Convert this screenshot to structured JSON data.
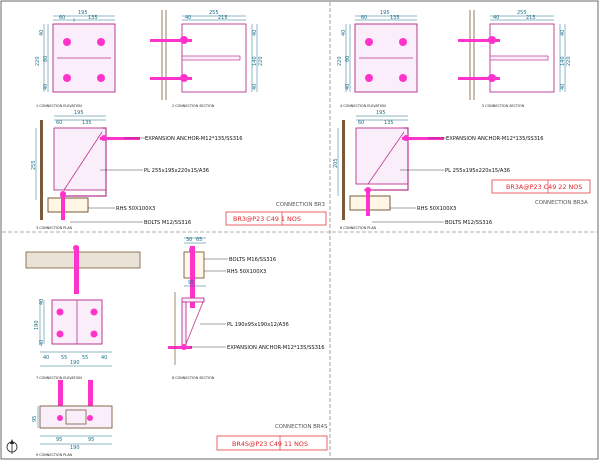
{
  "sheet": {
    "colors": {
      "plate": "#b8388f",
      "bolt": "#ff33cc",
      "dim": "#1c6f8a",
      "steel": "#7a5a3a",
      "tag": "#e0262b",
      "frame": "#666666"
    }
  },
  "br3": {
    "elev": {
      "caption": "1 CONNECTION ELEVATION",
      "dims": {
        "w1": "195",
        "w2": "60",
        "w3": "135",
        "h1": "40",
        "h2": "80",
        "h3": "220",
        "h4": "40"
      }
    },
    "sect": {
      "caption": "2 CONNECTION SECTION",
      "dims": {
        "w1": "255",
        "w2": "40",
        "w3": "215",
        "h1": "40",
        "h2": "140",
        "h3": "220",
        "h4": "40"
      }
    },
    "plan": {
      "caption": "3 CONNECTION PLAN",
      "dims": {
        "w1": "195",
        "w2": "60",
        "w3": "135",
        "h1": "255"
      }
    },
    "labels": {
      "anchor": "EXPANSION ANCHOR-M12*135/SS316",
      "plate": "PL 255x195x220x15/A36",
      "rhs": "RHS 50X100X3",
      "bolts": "BOLTS M12/SS316"
    },
    "title": "CONNECTION BR3",
    "tag": "BR3@P23 C49 1 NOS"
  },
  "br3a": {
    "elev": {
      "caption": "4 CONNECTION ELEVATION",
      "dims": {
        "w1": "195",
        "w2": "60",
        "w3": "135",
        "h1": "40",
        "h2": "80",
        "h3": "220",
        "h4": "40"
      }
    },
    "sect": {
      "caption": "5 CONNECTION SECTION",
      "dims": {
        "w1": "255",
        "w2": "40",
        "w3": "215",
        "h1": "40",
        "h2": "140",
        "h3": "220",
        "h4": "40"
      }
    },
    "plan": {
      "caption": "6 CONNECTION PLAN",
      "dims": {
        "w1": "195",
        "w2": "60",
        "w3": "135",
        "h1": "205"
      }
    },
    "labels": {
      "anchor": "EXPANSION ANCHOR-M12*135/SS316",
      "plate": "PL 255x195x220x15/A36",
      "rhs": "RHS 50X100X3",
      "bolts": "BOLTS M12/SS316"
    },
    "title": "CONNECTION BR3A",
    "tag": "BR3A@P23 C49 22 NOS"
  },
  "br4s": {
    "elev": {
      "caption": "7 CONNECTION ELEVATION",
      "dims": {
        "h1": "40",
        "h2": "190",
        "h3": "40",
        "w1": "40",
        "w2": "55",
        "w3": "55",
        "w4": "40",
        "w5": "190"
      }
    },
    "sect": {
      "caption": "8 CONNECTION SECTION",
      "dims": {
        "w1": "95",
        "w2": "30",
        "w3": "65"
      }
    },
    "plan": {
      "caption": "9 CONNECTION PLAN",
      "dims": {
        "h1": "95",
        "w1": "95",
        "w2": "95",
        "w3": "190"
      }
    },
    "labels": {
      "bolts": "BOLTS M16/SS316",
      "rhs": "RHS 50X100X3",
      "plate": "PL 190x95x190x12/A36",
      "anchor": "EXPANSION ANCHOR-M12*135/SS316"
    },
    "title": "CONNECTION BR4S",
    "tag": "BR4S@P23 C49 11 NOS"
  }
}
